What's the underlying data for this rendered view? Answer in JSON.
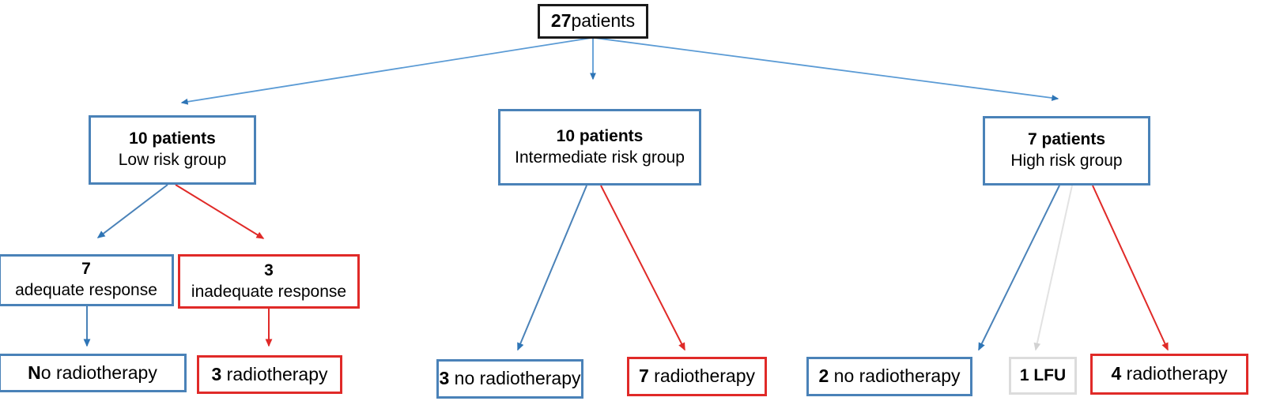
{
  "diagram": {
    "title": "Patient risk stratification and radiotherapy flowchart",
    "colors": {
      "blue": "#4A82B8",
      "red": "#E02A28",
      "gray": "#DCDCDC",
      "black": "#1A1A1A",
      "background": "#FFFFFF"
    }
  },
  "root": {
    "count": "27",
    "label": "patients"
  },
  "groups": [
    {
      "count": "10 patients",
      "label": "Low risk group",
      "border": "blue"
    },
    {
      "count": "10 patients",
      "label": "Intermediate risk group",
      "border": "blue"
    },
    {
      "count": "7 patients",
      "label": "High risk group",
      "border": "blue"
    }
  ],
  "responses": [
    {
      "count": "7",
      "label": "adequate response",
      "border": "blue"
    },
    {
      "count": "3",
      "label": "inadequate response",
      "border": "red"
    }
  ],
  "outcomes": [
    {
      "count": "N",
      "label": "o radiotherapy",
      "border": "blue",
      "name": "no-radiotherapy-low-adequate"
    },
    {
      "count": "3",
      "label": " radiotherapy",
      "border": "red",
      "name": "radiotherapy-low-inadequate"
    },
    {
      "count": "3",
      "label": " no radiotherapy",
      "border": "blue",
      "name": "no-radiotherapy-intermediate"
    },
    {
      "count": "7",
      "label": " radiotherapy",
      "border": "red",
      "name": "radiotherapy-intermediate"
    },
    {
      "count": "2",
      "label": " no radiotherapy",
      "border": "blue",
      "name": "no-radiotherapy-high"
    },
    {
      "count": "1",
      "label": " LFU",
      "border": "gray",
      "name": "lost-to-followup-high"
    },
    {
      "count": "4",
      "label": " radiotherapy",
      "border": "red",
      "name": "radiotherapy-high"
    }
  ],
  "edges": [
    {
      "from": "root",
      "to": "low-risk-group",
      "color": "blue"
    },
    {
      "from": "root",
      "to": "intermediate-risk-group",
      "color": "blue"
    },
    {
      "from": "root",
      "to": "high-risk-group",
      "color": "blue"
    },
    {
      "from": "low-risk-group",
      "to": "adequate-response",
      "color": "blue"
    },
    {
      "from": "low-risk-group",
      "to": "inadequate-response",
      "color": "red"
    },
    {
      "from": "adequate-response",
      "to": "no-radiotherapy-low-adequate",
      "color": "blue"
    },
    {
      "from": "inadequate-response",
      "to": "radiotherapy-low-inadequate",
      "color": "red"
    },
    {
      "from": "intermediate-risk-group",
      "to": "no-radiotherapy-intermediate",
      "color": "blue"
    },
    {
      "from": "intermediate-risk-group",
      "to": "radiotherapy-intermediate",
      "color": "red"
    },
    {
      "from": "high-risk-group",
      "to": "no-radiotherapy-high",
      "color": "blue"
    },
    {
      "from": "high-risk-group",
      "to": "lost-to-followup-high",
      "color": "gray"
    },
    {
      "from": "high-risk-group",
      "to": "radiotherapy-high",
      "color": "red"
    }
  ]
}
